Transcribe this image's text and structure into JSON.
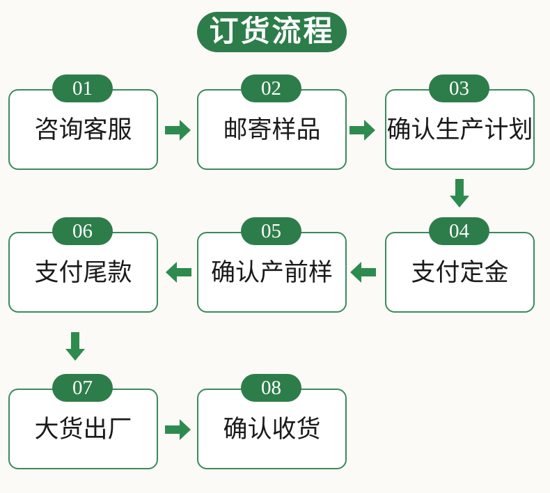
{
  "page": {
    "background": "#fbfaf6"
  },
  "title": {
    "label": "订货流程"
  },
  "colors": {
    "green": "#2d7d4a",
    "border": "#3a8a5c",
    "arrow": "#2e8b4e",
    "text": "#1a1a1a",
    "bg": "#fbfaf6"
  },
  "steps": [
    {
      "number": "01",
      "label": "咨询客服"
    },
    {
      "number": "02",
      "label": "邮寄样品"
    },
    {
      "number": "03",
      "label": "确认生产计划"
    },
    {
      "number": "04",
      "label": "支付定金"
    },
    {
      "number": "05",
      "label": "确认产前样"
    },
    {
      "number": "06",
      "label": "支付尾款"
    },
    {
      "number": "07",
      "label": "大货出厂"
    },
    {
      "number": "08",
      "label": "确认收货"
    }
  ],
  "flow": {
    "arrows": [
      {
        "from": "01",
        "to": "02",
        "direction": "right"
      },
      {
        "from": "02",
        "to": "03",
        "direction": "right"
      },
      {
        "from": "03",
        "to": "04",
        "direction": "down"
      },
      {
        "from": "04",
        "to": "05",
        "direction": "left"
      },
      {
        "from": "05",
        "to": "06",
        "direction": "left"
      },
      {
        "from": "06",
        "to": "07",
        "direction": "down"
      },
      {
        "from": "07",
        "to": "08",
        "direction": "right"
      }
    ]
  }
}
